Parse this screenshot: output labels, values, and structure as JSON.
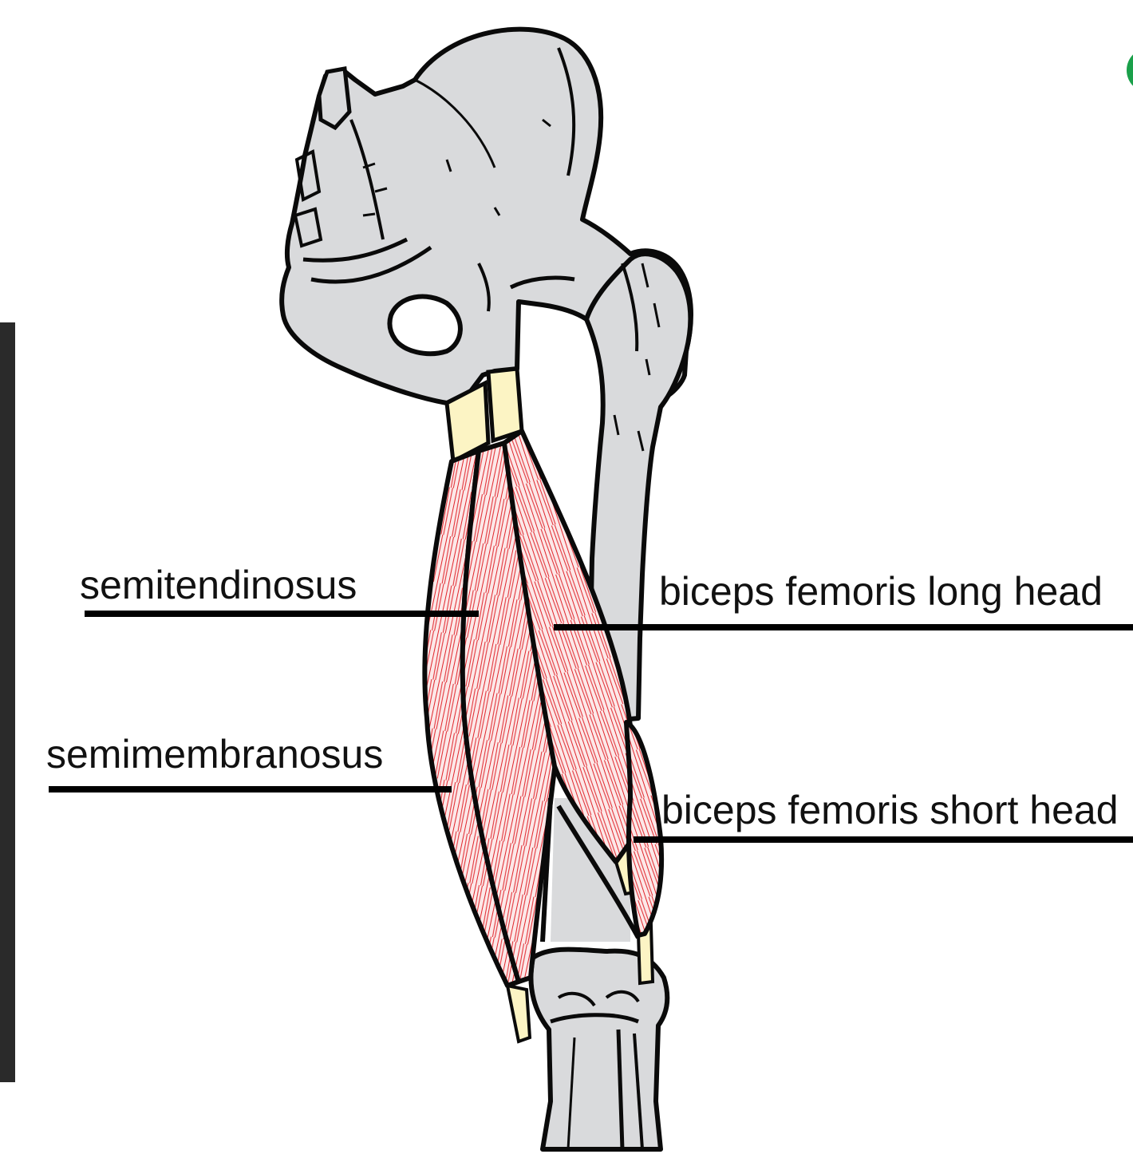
{
  "labels": {
    "semitendinosus": "semitendinosus",
    "semimembranosus": "semimembranosus",
    "biceps_long": "biceps femoris long head",
    "biceps_short": "biceps femoris short head"
  },
  "colors": {
    "bone": "#d9dadc",
    "outline": "#0a0a0a",
    "muscle_fiber": "#e0242b",
    "muscle_base": "#fbe3e3",
    "tendon": "#fcf4c4",
    "side_bar": "#2a2a2a",
    "accent_circle": "#1aa04a"
  }
}
